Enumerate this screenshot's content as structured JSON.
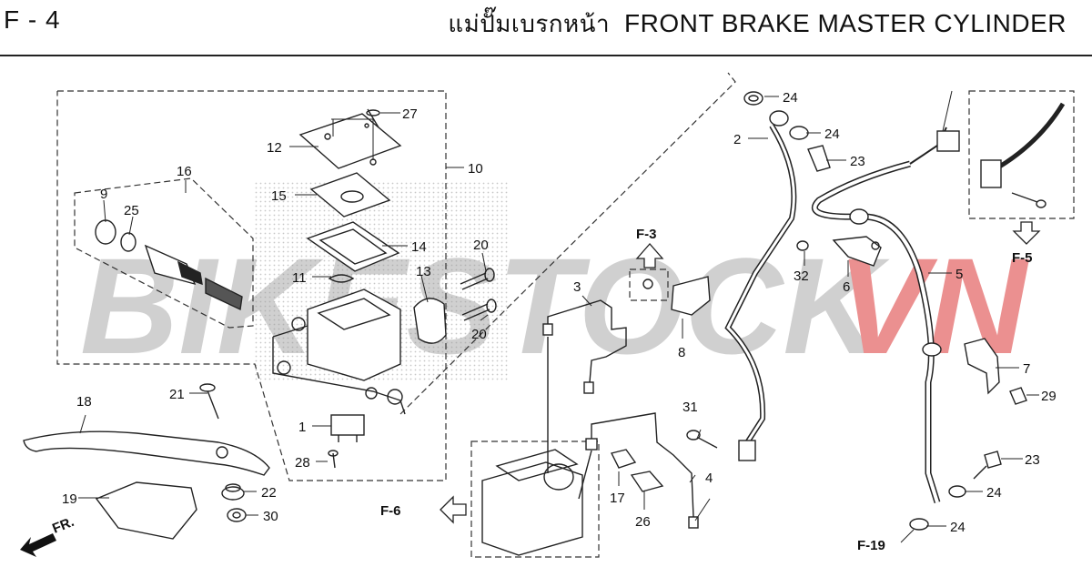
{
  "header": {
    "page_code": "F - 4",
    "title_thai": "แม่ปั๊มเบรกหน้า",
    "title_en": "FRONT BRAKE MASTER CYLINDER"
  },
  "watermark": {
    "text_a": "BIKESTOCK",
    "text_b": "VN",
    "color_a": "#c8c8c8",
    "color_b": "#e87d7d"
  },
  "refs": {
    "f3": "F-3",
    "f5": "F-5",
    "f6": "F-6",
    "f19": "F-19",
    "fr": "FR."
  },
  "callouts": {
    "p1": "1",
    "p2": "2",
    "p3": "3",
    "p4": "4",
    "p5": "5",
    "p6": "6",
    "p7": "7",
    "p8": "8",
    "p9": "9",
    "p10": "10",
    "p11": "11",
    "p12": "12",
    "p13": "13",
    "p14": "14",
    "p15": "15",
    "p16": "16",
    "p17": "17",
    "p18": "18",
    "p19": "19",
    "p20a": "20",
    "p20b": "20",
    "p21": "21",
    "p22": "22",
    "p23a": "23",
    "p23b": "23",
    "p24a": "24",
    "p24b": "24",
    "p24c": "24",
    "p24d": "24",
    "p25": "25",
    "p26": "26",
    "p27": "27",
    "p28": "28",
    "p29": "29",
    "p30": "30",
    "p31": "31",
    "p32": "32"
  }
}
